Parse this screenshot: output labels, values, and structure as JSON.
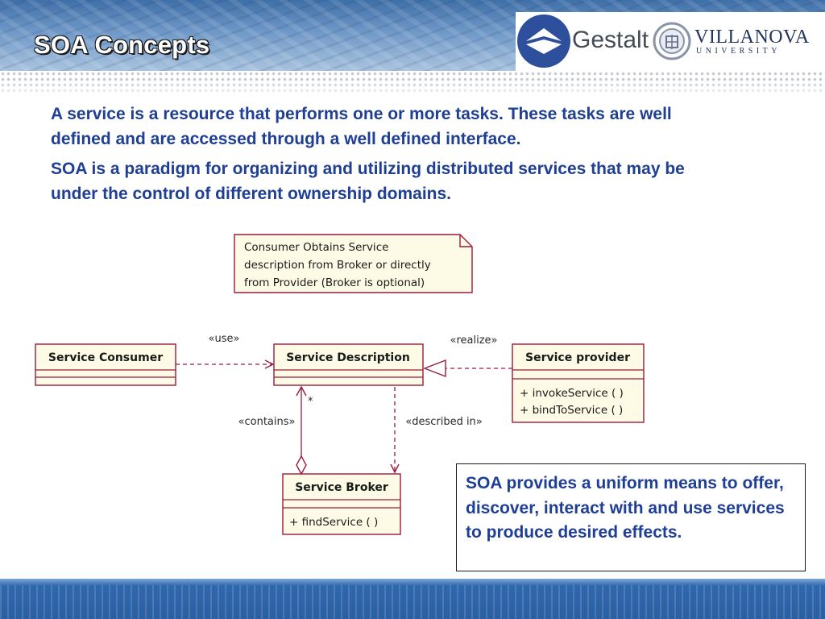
{
  "slide": {
    "title": "SOA Concepts",
    "paragraphs": [
      "A service is a resource that performs one or more tasks. These tasks are well defined and are accessed through a well defined interface.",
      "SOA is a paradigm for organizing and utilizing distributed services that may be under the control of different ownership domains."
    ],
    "callout": "SOA provides a uniform means to offer, discover, interact with and use services to produce desired effects."
  },
  "logos": {
    "gestalt": "Gestalt",
    "villanova": "VILLANOVA",
    "university": "UNIVERSITY"
  },
  "diagram": {
    "note": {
      "lines": [
        "Consumer Obtains Service",
        "description from Broker or directly",
        "from Provider (Broker is optional)"
      ]
    },
    "classes": {
      "consumer": {
        "name": "Service Consumer",
        "operations": []
      },
      "description": {
        "name": "Service Description",
        "operations": []
      },
      "provider": {
        "name": "Service provider",
        "operations": [
          "+ invokeService (  )",
          "+ bindToService (  )"
        ]
      },
      "broker": {
        "name": "Service Broker",
        "operations": [
          "+ findService (  )"
        ]
      }
    },
    "relations": {
      "use": "«use»",
      "realize": "«realize»",
      "contains": "«contains»",
      "described_in": "«described in»",
      "multiplicity": "*"
    }
  },
  "colors": {
    "title_text": "#ffffff",
    "body_text": "#1f3f94",
    "uml_border": "#9a1b3c",
    "uml_fill": "#fdfbe6",
    "footer_blue": "#2b5fa3"
  }
}
